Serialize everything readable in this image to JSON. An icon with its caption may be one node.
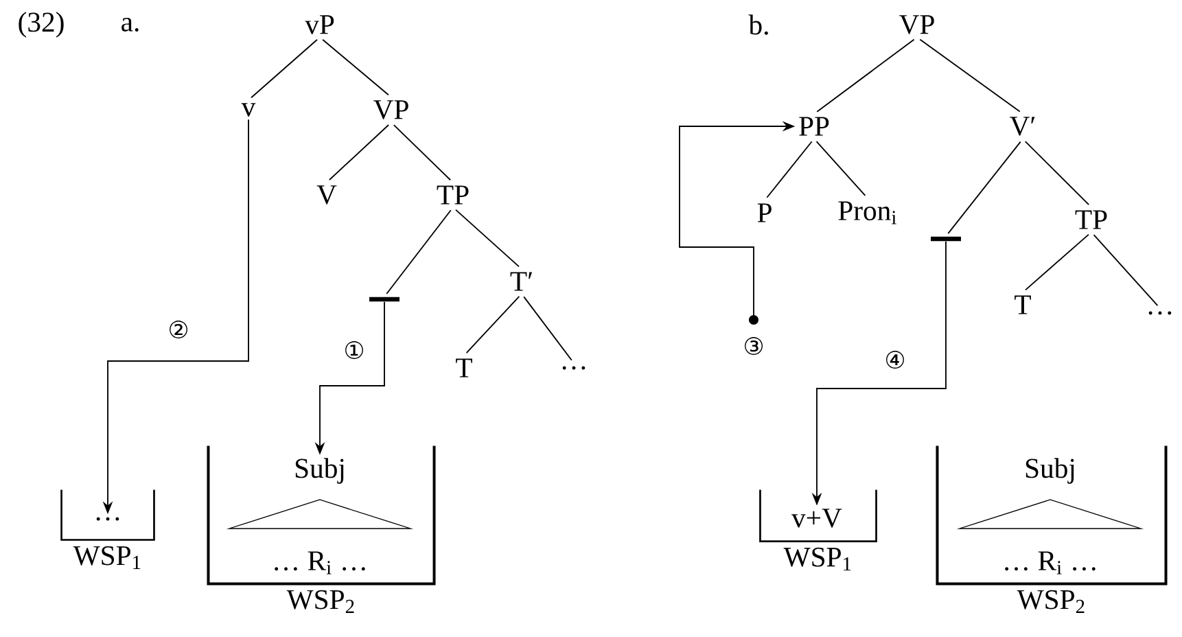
{
  "diagram": {
    "nodes": [
      {
        "text": [
          "vP"
        ]
      },
      {
        "text": [
          "v"
        ]
      },
      {
        "text": [
          "VP"
        ]
      },
      {
        "text": [
          "V"
        ]
      },
      {
        "text": [
          "TP"
        ]
      },
      {
        "text": [],
        "shape": "bar"
      },
      {
        "text": [
          "T′"
        ]
      },
      {
        "text": [
          "T"
        ]
      },
      {
        "text": [
          "…"
        ]
      },
      {
        "text": [
          "WSP$_{1}$"
        ]
      },
      {
        "text": [
          "…"
        ],
        "in": 9
      },
      {
        "text": [
          "WSP$_{2}$"
        ]
      },
      {
        "text": [
          "Subj"
        ],
        "in": 11
      },
      {
        "text": [
          "… R$_{i}$ …"
        ],
        "in": 11
      },
      {
        "text": [
          "VP"
        ]
      },
      {
        "text": [
          "PP"
        ]
      },
      {
        "text": [
          "V′"
        ]
      },
      {
        "text": [
          "P"
        ]
      },
      {
        "text": [
          "Pron$_{i}$"
        ]
      },
      {
        "text": [],
        "shape": "bar"
      },
      {
        "text": [
          "TP"
        ]
      },
      {
        "text": [
          "T"
        ]
      },
      {
        "text": [
          "…"
        ]
      },
      {
        "text": [
          "WSP$_{1}$"
        ]
      },
      {
        "text": [
          "v+V"
        ],
        "in": 23
      },
      {
        "text": [
          "WSP$_{2}$"
        ]
      },
      {
        "text": [
          "Subj"
        ],
        "in": 25
      },
      {
        "text": [
          "… R$_{i}$ …"
        ],
        "in": 25
      }
    ],
    "edges": [
      {
        "from": 0,
        "to": 1,
        "arrow": "none"
      },
      {
        "from": 0,
        "to": 2,
        "arrow": "none"
      },
      {
        "from": 2,
        "to": 3,
        "arrow": "none"
      },
      {
        "from": 2,
        "to": 4,
        "arrow": "none"
      },
      {
        "from": 4,
        "to": 5,
        "arrow": "none"
      },
      {
        "from": 4,
        "to": 6,
        "arrow": "none"
      },
      {
        "from": 6,
        "to": 7,
        "arrow": "none"
      },
      {
        "from": 6,
        "to": 8,
        "arrow": "none"
      },
      {
        "from": 14,
        "to": 15,
        "arrow": "none"
      },
      {
        "from": 14,
        "to": 16,
        "arrow": "none"
      },
      {
        "from": 15,
        "to": 17,
        "arrow": "none"
      },
      {
        "from": 15,
        "to": 18,
        "arrow": "none"
      },
      {
        "from": 16,
        "to": 19,
        "arrow": "none"
      },
      {
        "from": 16,
        "to": 20,
        "arrow": "none"
      },
      {
        "from": 20,
        "to": 21,
        "arrow": "none"
      },
      {
        "from": 20,
        "to": 22,
        "arrow": "none"
      },
      {
        "from": 1,
        "to": 10,
        "arrow": "to",
        "label": "②"
      },
      {
        "from": 5,
        "to": 12,
        "arrow": "to",
        "label": "①"
      },
      {
        "from": null,
        "to": 15,
        "arrow": "to",
        "label": "③"
      },
      {
        "from": 19,
        "to": 24,
        "arrow": "to",
        "label": "④"
      }
    ],
    "labels": [
      "(32)",
      "a.",
      "b."
    ]
  }
}
